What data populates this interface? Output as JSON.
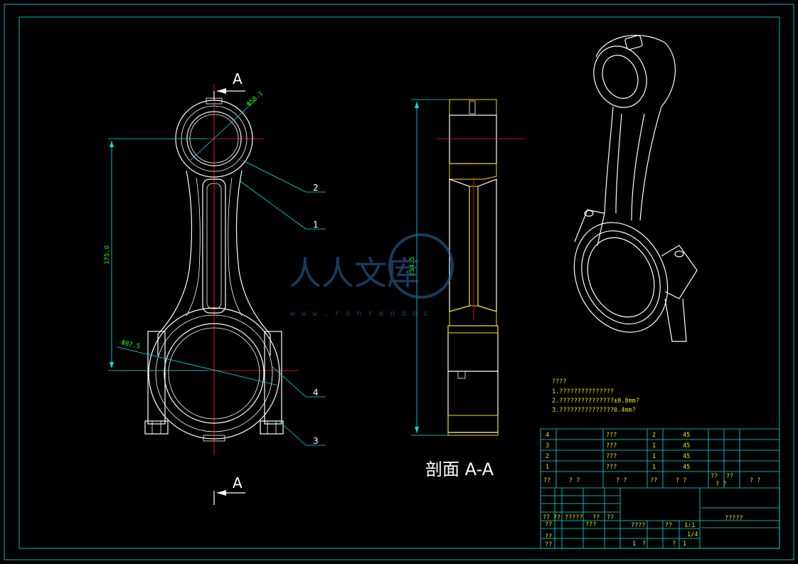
{
  "sheet": {
    "section_arrow_label": "A",
    "section_title": "剖面 A-A",
    "dims": {
      "small_bore": "Φ58.1",
      "big_bore": "Φ87.5",
      "center_distance": "175.0",
      "overall_length": "254.5"
    },
    "balloons": [
      "2",
      "1",
      "4",
      "3"
    ],
    "notes": [
      "????",
      "1.???????????????",
      "2.???????????????±0.8mm?",
      "3.???????????????0.4mm?"
    ]
  },
  "watermark": {
    "cn_text": "人人文库",
    "url_text": "www.renrendoc"
  },
  "bom": {
    "rows": [
      {
        "no": "4",
        "name": "???",
        "qty": "2",
        "mat": "45"
      },
      {
        "no": "3",
        "name": "???",
        "qty": "1",
        "mat": "45"
      },
      {
        "no": "2",
        "name": "???",
        "qty": "1",
        "mat": "45"
      },
      {
        "no": "1",
        "name": "???",
        "qty": "1",
        "mat": "45"
      }
    ],
    "header": [
      "??",
      "?  ?",
      "?  ?",
      "??",
      "?  ?",
      "??",
      "??",
      "?  ?",
      "?  ?"
    ]
  },
  "title_block": {
    "drawing_name": "?????",
    "sub_texts": [
      "??",
      "??",
      "?????",
      "??",
      "??",
      "???",
      "????",
      "??",
      "1:1",
      "1/4",
      "??",
      "??",
      "??",
      "1",
      "?",
      "?",
      "1"
    ]
  }
}
